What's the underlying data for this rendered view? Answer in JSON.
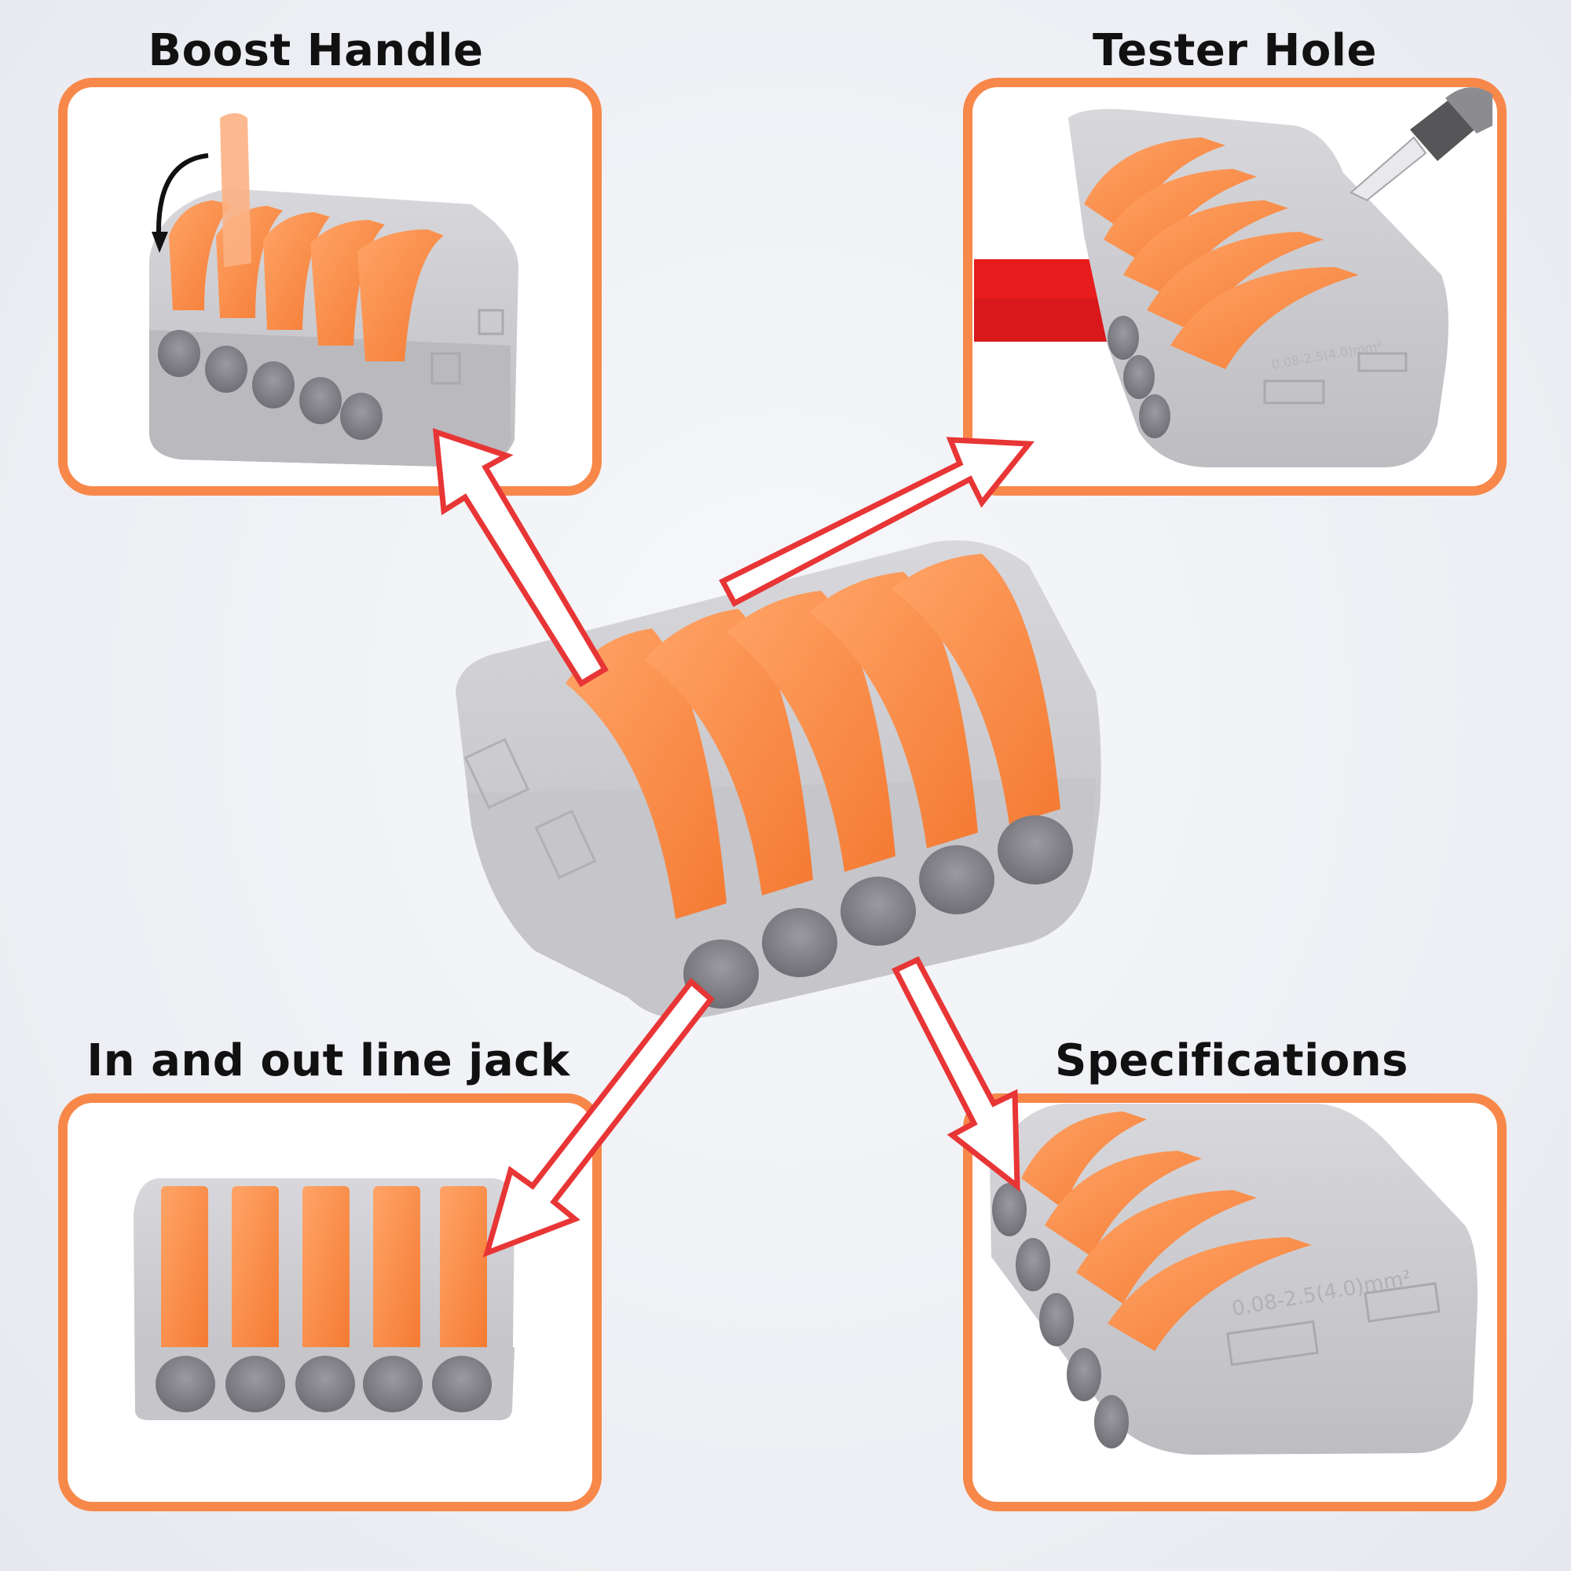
{
  "labels": {
    "boost_handle": "Boost Handle",
    "tester_hole": "Tester Hole",
    "line_jack": "In and out line jack",
    "specifications": "Specifications"
  },
  "colors": {
    "frame": "#f7884a",
    "lever": "#fb8f4d",
    "housing": "#c9c9cd",
    "arrow": "#e83535",
    "wire": "#e81c1c"
  },
  "engraving": "0.08-2.5(4.0)mm²",
  "lever_count": 5
}
